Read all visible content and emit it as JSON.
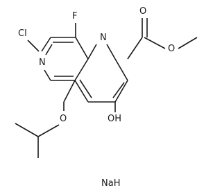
{
  "molecule": {
    "atom_labels": {
      "chlorine": "Cl",
      "fluorine": "F",
      "nitrogen_pyridine": "N",
      "nitrogen_quinoline": "N",
      "ester_carbonyl_oxygen": "O",
      "ester_ether_oxygen": "O",
      "isopropoxy_oxygen": "O",
      "hydroxyl": "OH"
    },
    "counterion": "NaH"
  }
}
